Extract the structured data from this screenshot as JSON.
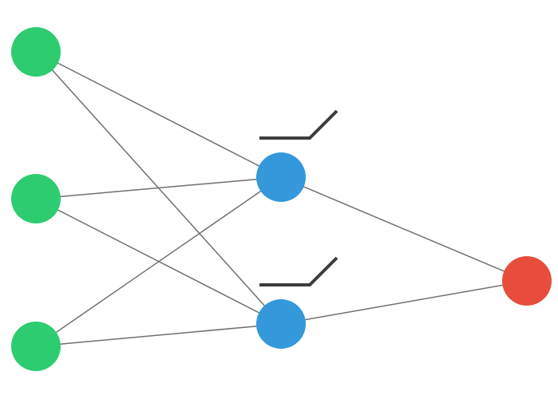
{
  "diagram": {
    "type": "neural-network",
    "layers": [
      {
        "name": "input",
        "node_count": 3,
        "color": "#2ecc71"
      },
      {
        "name": "hidden",
        "node_count": 2,
        "color": "#3498db",
        "activation": "relu"
      },
      {
        "name": "output",
        "node_count": 1,
        "color": "#e74c3c"
      }
    ],
    "connections": [
      {
        "from": "input-0",
        "to": "hidden-0"
      },
      {
        "from": "input-0",
        "to": "hidden-1"
      },
      {
        "from": "input-1",
        "to": "hidden-0"
      },
      {
        "from": "input-1",
        "to": "hidden-1"
      },
      {
        "from": "input-2",
        "to": "hidden-0"
      },
      {
        "from": "input-2",
        "to": "hidden-1"
      },
      {
        "from": "hidden-0",
        "to": "output-0"
      },
      {
        "from": "hidden-1",
        "to": "output-0"
      }
    ],
    "edge_color": "#707070",
    "activation_icon_color": "#3d3d3d"
  }
}
